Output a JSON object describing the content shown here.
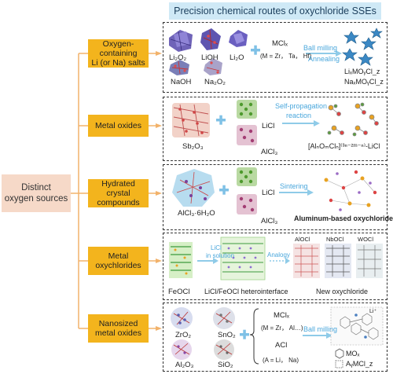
{
  "title": "Precision chemical routes of oxychloride SSEs",
  "source": {
    "line1": "Distinct",
    "line2": "oxygen sources"
  },
  "colors": {
    "banner": "#cfe9f6",
    "source_box": "#f6d9c8",
    "category": "#f3b41d",
    "connector": "#f2b26b",
    "process_arrow": "#8fcbe8"
  },
  "categories": [
    {
      "line1": "Oxygen-containing",
      "line2": "Li (or Na) salts"
    },
    {
      "line1": "Metal oxides",
      "line2": ""
    },
    {
      "line1": "Hydrated",
      "line2": "crystal compounds"
    },
    {
      "line1": "Metal",
      "line2": "oxychlorides"
    },
    {
      "line1": "Nanosized",
      "line2": "metal oxides"
    }
  ],
  "row1": {
    "li2o2": "Li₂O₂",
    "lioh": "LiOH",
    "li2o": "Li₂O",
    "naoh": "NaOH",
    "na2o2": "Na₂O₂",
    "reagent": "MClₓ",
    "reagent_note": "(M = Zr， Ta， Hf)",
    "process1": "Ball milling",
    "process2": "Annealing",
    "product1": "LiₓMOᵧCl_z",
    "product2": "NaₓMOᵧCl_z"
  },
  "row2": {
    "oxide": "Sb₂O₃",
    "licl": "LiCl",
    "alcl3": "AlCl₃",
    "process1": "Self-propagation",
    "process2": "reaction",
    "product": "[AlₙOₘClₙ]⁽³ⁿ⁻²ᵐ⁻ⁿ⁾-LiCl"
  },
  "row3": {
    "hydrate": "AlCl₃·6H₂O",
    "licl": "LiCl",
    "alcl3": "AlCl₃",
    "process": "Sintering",
    "product": "Aluminum-based oxychloride"
  },
  "row4": {
    "feocl": "FeOCl",
    "step1": "LiCl",
    "step2": "in solution",
    "interface": "LiCl/FeOCl heterointerface",
    "analogy": "Analogy",
    "alocl": "AlOCl",
    "nbocl": "NbOCl",
    "wocl": "WOCl",
    "product": "New oxychloride"
  },
  "row5": {
    "zro2": "ZrO₂",
    "sno2": "SnO₂",
    "al2o3": "Al₂O₃",
    "sio2": "SiO₂",
    "reagent1": "MClₓ",
    "reagent1_note": "(M = Zr， Al…)",
    "reagent2": "ACl",
    "reagent2_note": "(A = Li， Na)",
    "process": "Ball milling",
    "ion": "Li⁺",
    "legend1": "MOₓ",
    "legend2": "AᵧMCl_z"
  }
}
